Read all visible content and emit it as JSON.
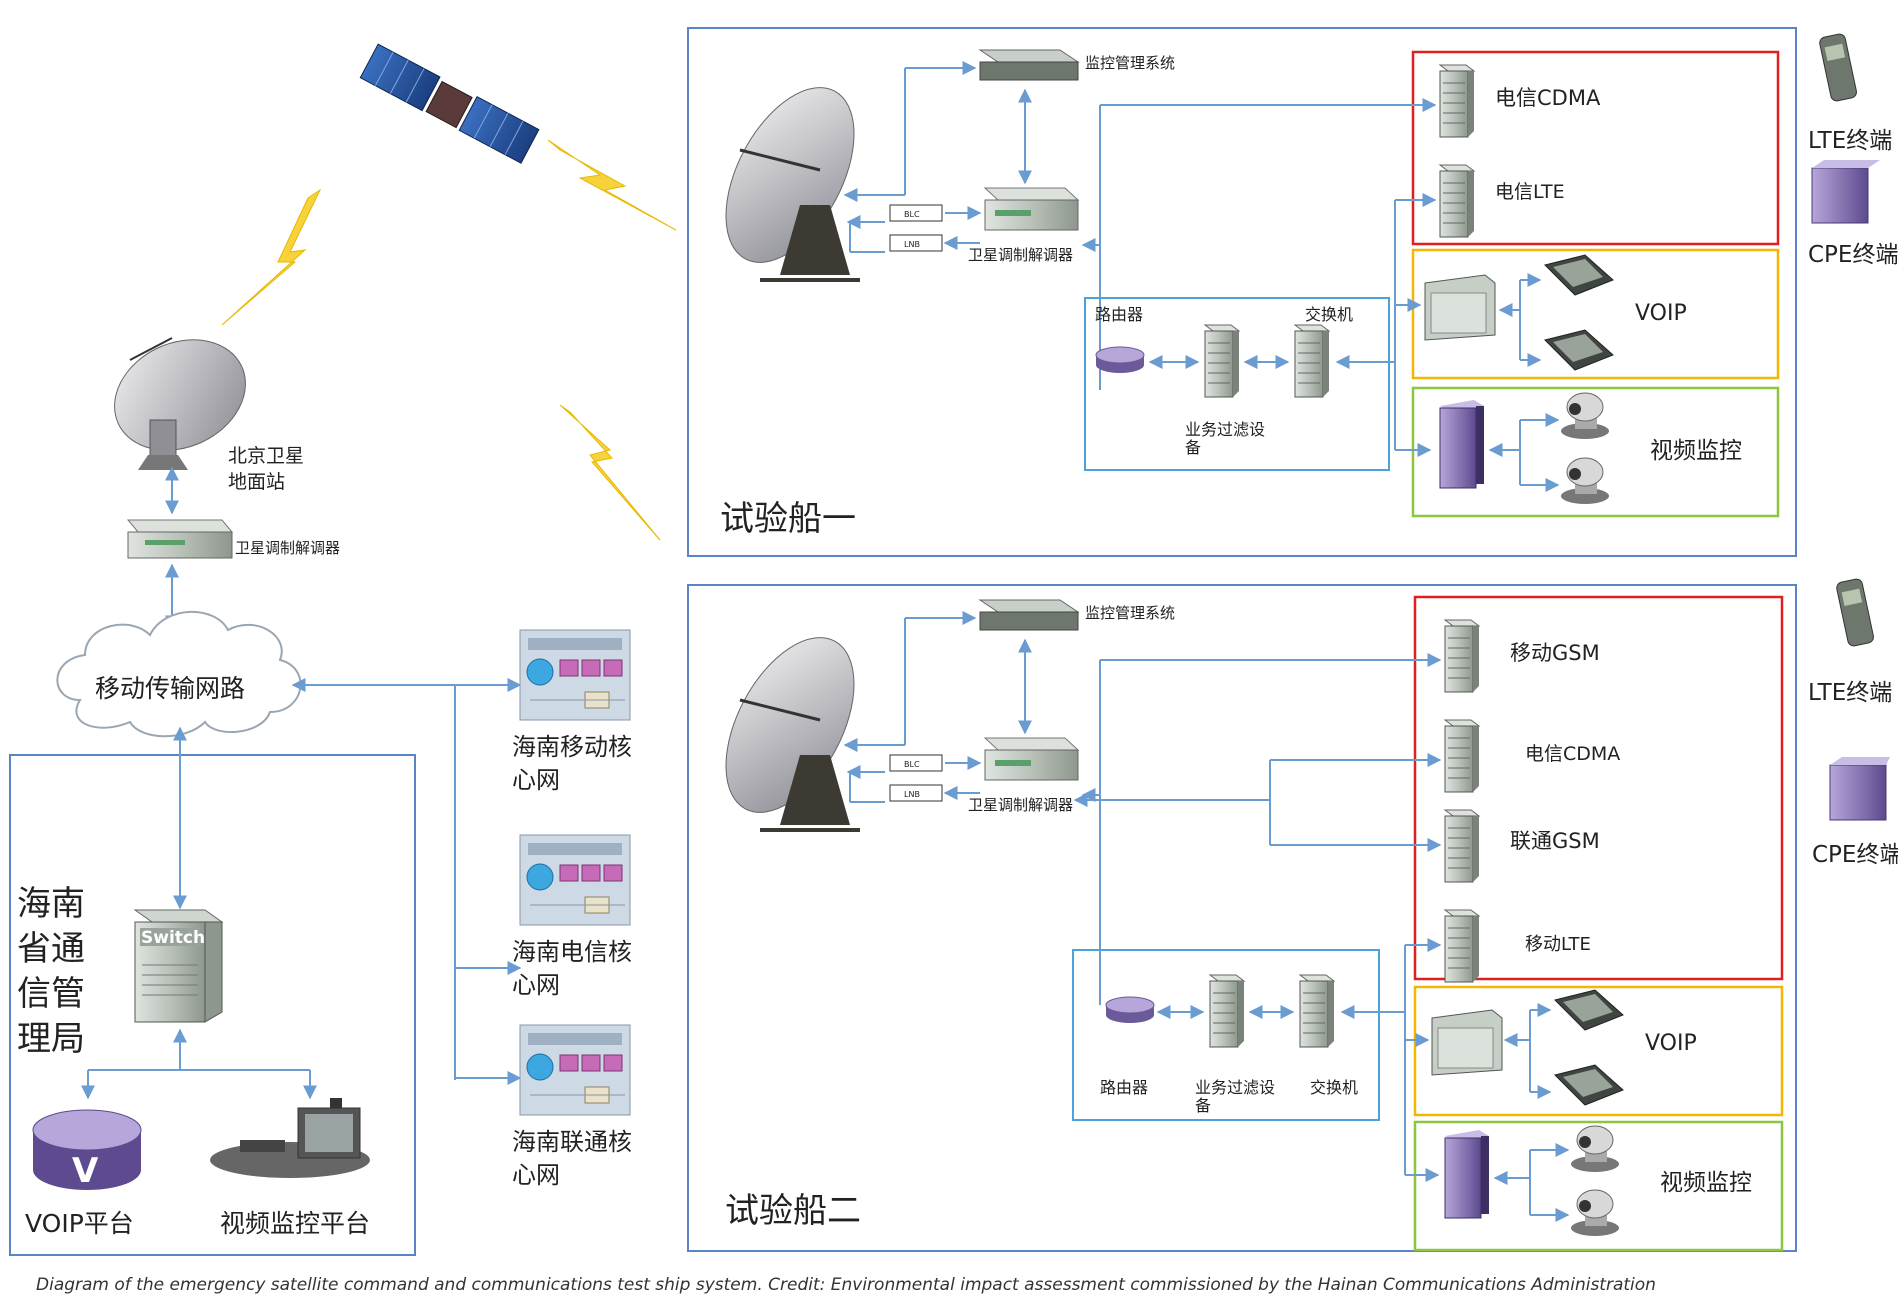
{
  "colors": {
    "link": "#6a9bd1",
    "panel_border": "#5b84c4",
    "subnet_border": "#4aa3d6",
    "red_group": "#e02020",
    "yellow_group": "#f2b705",
    "green_group": "#8cc63f",
    "bolt": "#f7d23a",
    "purple": "#8d7bb8"
  },
  "ground": {
    "beijing_station": "北京卫星\n地面站",
    "modem": "卫星调制解调器",
    "cloud": "移动传输网路",
    "bureau": "海南\n省通\n信管\n理局",
    "switch_text": "Switch",
    "voip_platform": "VOIP平台",
    "video_platform": "视频监控平台",
    "cores": [
      "海南移动核\n心网",
      "海南电信核\n心网",
      "海南联通核\n心网"
    ]
  },
  "ship1": {
    "title": "试验船一",
    "monitor": "监控管理系统",
    "modem": "卫星调制解调器",
    "router": "路由器",
    "switch": "交换机",
    "filter": "业务过滤设\n备",
    "cdma": "电信CDMA",
    "lte": "电信LTE",
    "voip": "VOIP",
    "video": "视频监控",
    "blc": "BLC",
    "lnb": "LNB"
  },
  "ship2": {
    "title": "试验船二",
    "monitor": "监控管理系统",
    "modem": "卫星调制解调器",
    "router": "路由器",
    "switch": "交换机",
    "filter": "业务过滤设\n备",
    "gsm_mobile": "移动GSM",
    "cdma": "电信CDMA",
    "gsm_unicom": "联通GSM",
    "lte_mobile": "移动LTE",
    "voip": "VOIP",
    "video": "视频监控",
    "blc": "BLC",
    "lnb": "LNB"
  },
  "terminals": {
    "lte": "LTE终端",
    "cpe": "CPE终端"
  },
  "caption": "Diagram of the emergency satellite command and communications test ship system. Credit: Environmental impact assessment commissioned by the Hainan Communications Administration"
}
